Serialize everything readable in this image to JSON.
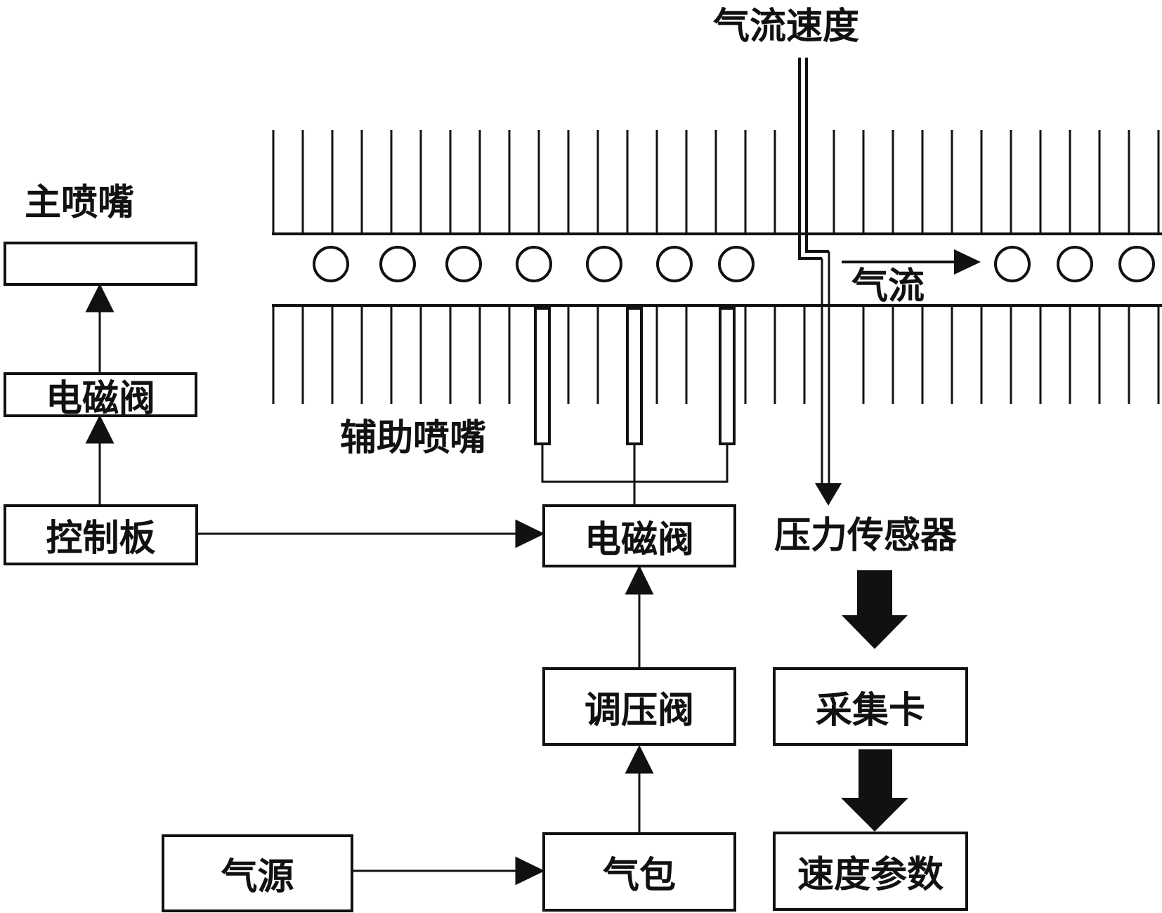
{
  "labels": {
    "airflow_speed": "气流速度",
    "main_nozzle": "主喷嘴",
    "airflow": "气流",
    "aux_nozzle": "辅助喷嘴",
    "pressure_sensor": "压力传感器"
  },
  "boxes": {
    "main_solenoid": "电磁阀",
    "control_board": "控制板",
    "aux_solenoid": "电磁阀",
    "pressure_regulator": "调压阀",
    "air_source": "气源",
    "air_tank": "气包",
    "daq_card": "采集卡",
    "speed_params": "速度参数"
  },
  "colors": {
    "line": "#111111",
    "background": "#ffffff"
  }
}
